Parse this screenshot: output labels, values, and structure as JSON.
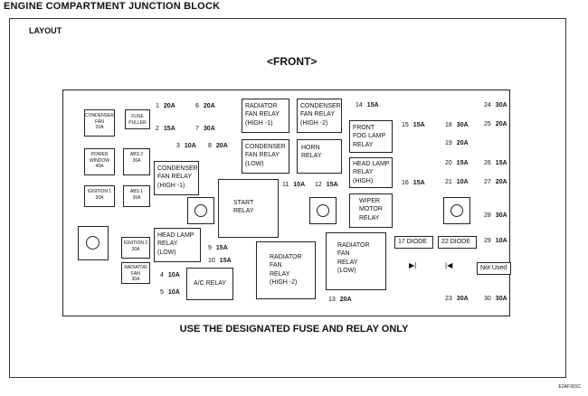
{
  "title": "ENGINE COMPARTMENT JUNCTION BLOCK",
  "section": "LAYOUT",
  "orientation": "FRONT",
  "footer": "USE THE DESIGNATED FUSE AND RELAY ONLY",
  "code": "E2AF301C",
  "small_fuses": {
    "condenser_fan": "CONDENSER\nFAN\n20A",
    "fuse_puller": "FUSE\nPULLER",
    "power_window": "POWER\nWINDOW\n40A",
    "abs2": "ABS 2\n30A",
    "ignition1": "IGNITION 1\n30A",
    "abs1": "ABS 1\n30A",
    "ignition2": "IGNITION 2\n30A",
    "radiator_fan": "RADIATOR\nFAN\n30A"
  },
  "fuses": [
    {
      "num": "1",
      "amp": "20A"
    },
    {
      "num": "2",
      "amp": "15A"
    },
    {
      "num": "3",
      "amp": "10A"
    },
    {
      "num": "4",
      "amp": "10A"
    },
    {
      "num": "5",
      "amp": "10A"
    },
    {
      "num": "6",
      "amp": "20A"
    },
    {
      "num": "7",
      "amp": "30A"
    },
    {
      "num": "8",
      "amp": "20A"
    },
    {
      "num": "9",
      "amp": "15A"
    },
    {
      "num": "10",
      "amp": "15A"
    },
    {
      "num": "11",
      "amp": "10A"
    },
    {
      "num": "12",
      "amp": "15A"
    },
    {
      "num": "13",
      "amp": "20A"
    },
    {
      "num": "14",
      "amp": "15A"
    },
    {
      "num": "15",
      "amp": "15A"
    },
    {
      "num": "16",
      "amp": "15A"
    },
    {
      "num": "18",
      "amp": "30A"
    },
    {
      "num": "19",
      "amp": "20A"
    },
    {
      "num": "20",
      "amp": "15A"
    },
    {
      "num": "21",
      "amp": "10A"
    },
    {
      "num": "23",
      "amp": "30A"
    },
    {
      "num": "24",
      "amp": "30A"
    },
    {
      "num": "25",
      "amp": "20A"
    },
    {
      "num": "26",
      "amp": "15A"
    },
    {
      "num": "27",
      "amp": "20A"
    },
    {
      "num": "28",
      "amp": "30A"
    },
    {
      "num": "29",
      "amp": "10A"
    },
    {
      "num": "30",
      "amp": "30A"
    }
  ],
  "diodes": {
    "d17": "17  DIODE",
    "d22": "22  DIODE",
    "not_used": "Not Used"
  },
  "relays": {
    "condenser_fan_high1": "CONDENSER\nFAN RELAY\n(HIGH -1)",
    "radiator_fan_high1": "RADIATOR\nFAN RELAY\n(HIGH -1)",
    "condenser_fan_high2": "CONDENSER\nFAN RELAY\n(HIGH -2)",
    "condenser_fan_low": "CONDENSER\nFAN RELAY\n(LOW)",
    "horn": "HORN\nRELAY",
    "front_fog": "FRONT\nFOG LAMP\nRELAY",
    "head_lamp_high": "HEAD LAMP\nRELAY\n(HIGH)",
    "start": "START\nRELAY",
    "wiper_motor": "WIPER\nMOTOR\nRELAY",
    "head_lamp_low": "HEAD LAMP\nRELAY\n(LOW)",
    "radiator_fan_high2": "RADIATOR\nFAN\nRELAY\n(HIGH -2)",
    "radiator_fan_low": "RADIATOR\nFAN\nRELAY\n(LOW)",
    "ac": "A/C RELAY"
  }
}
